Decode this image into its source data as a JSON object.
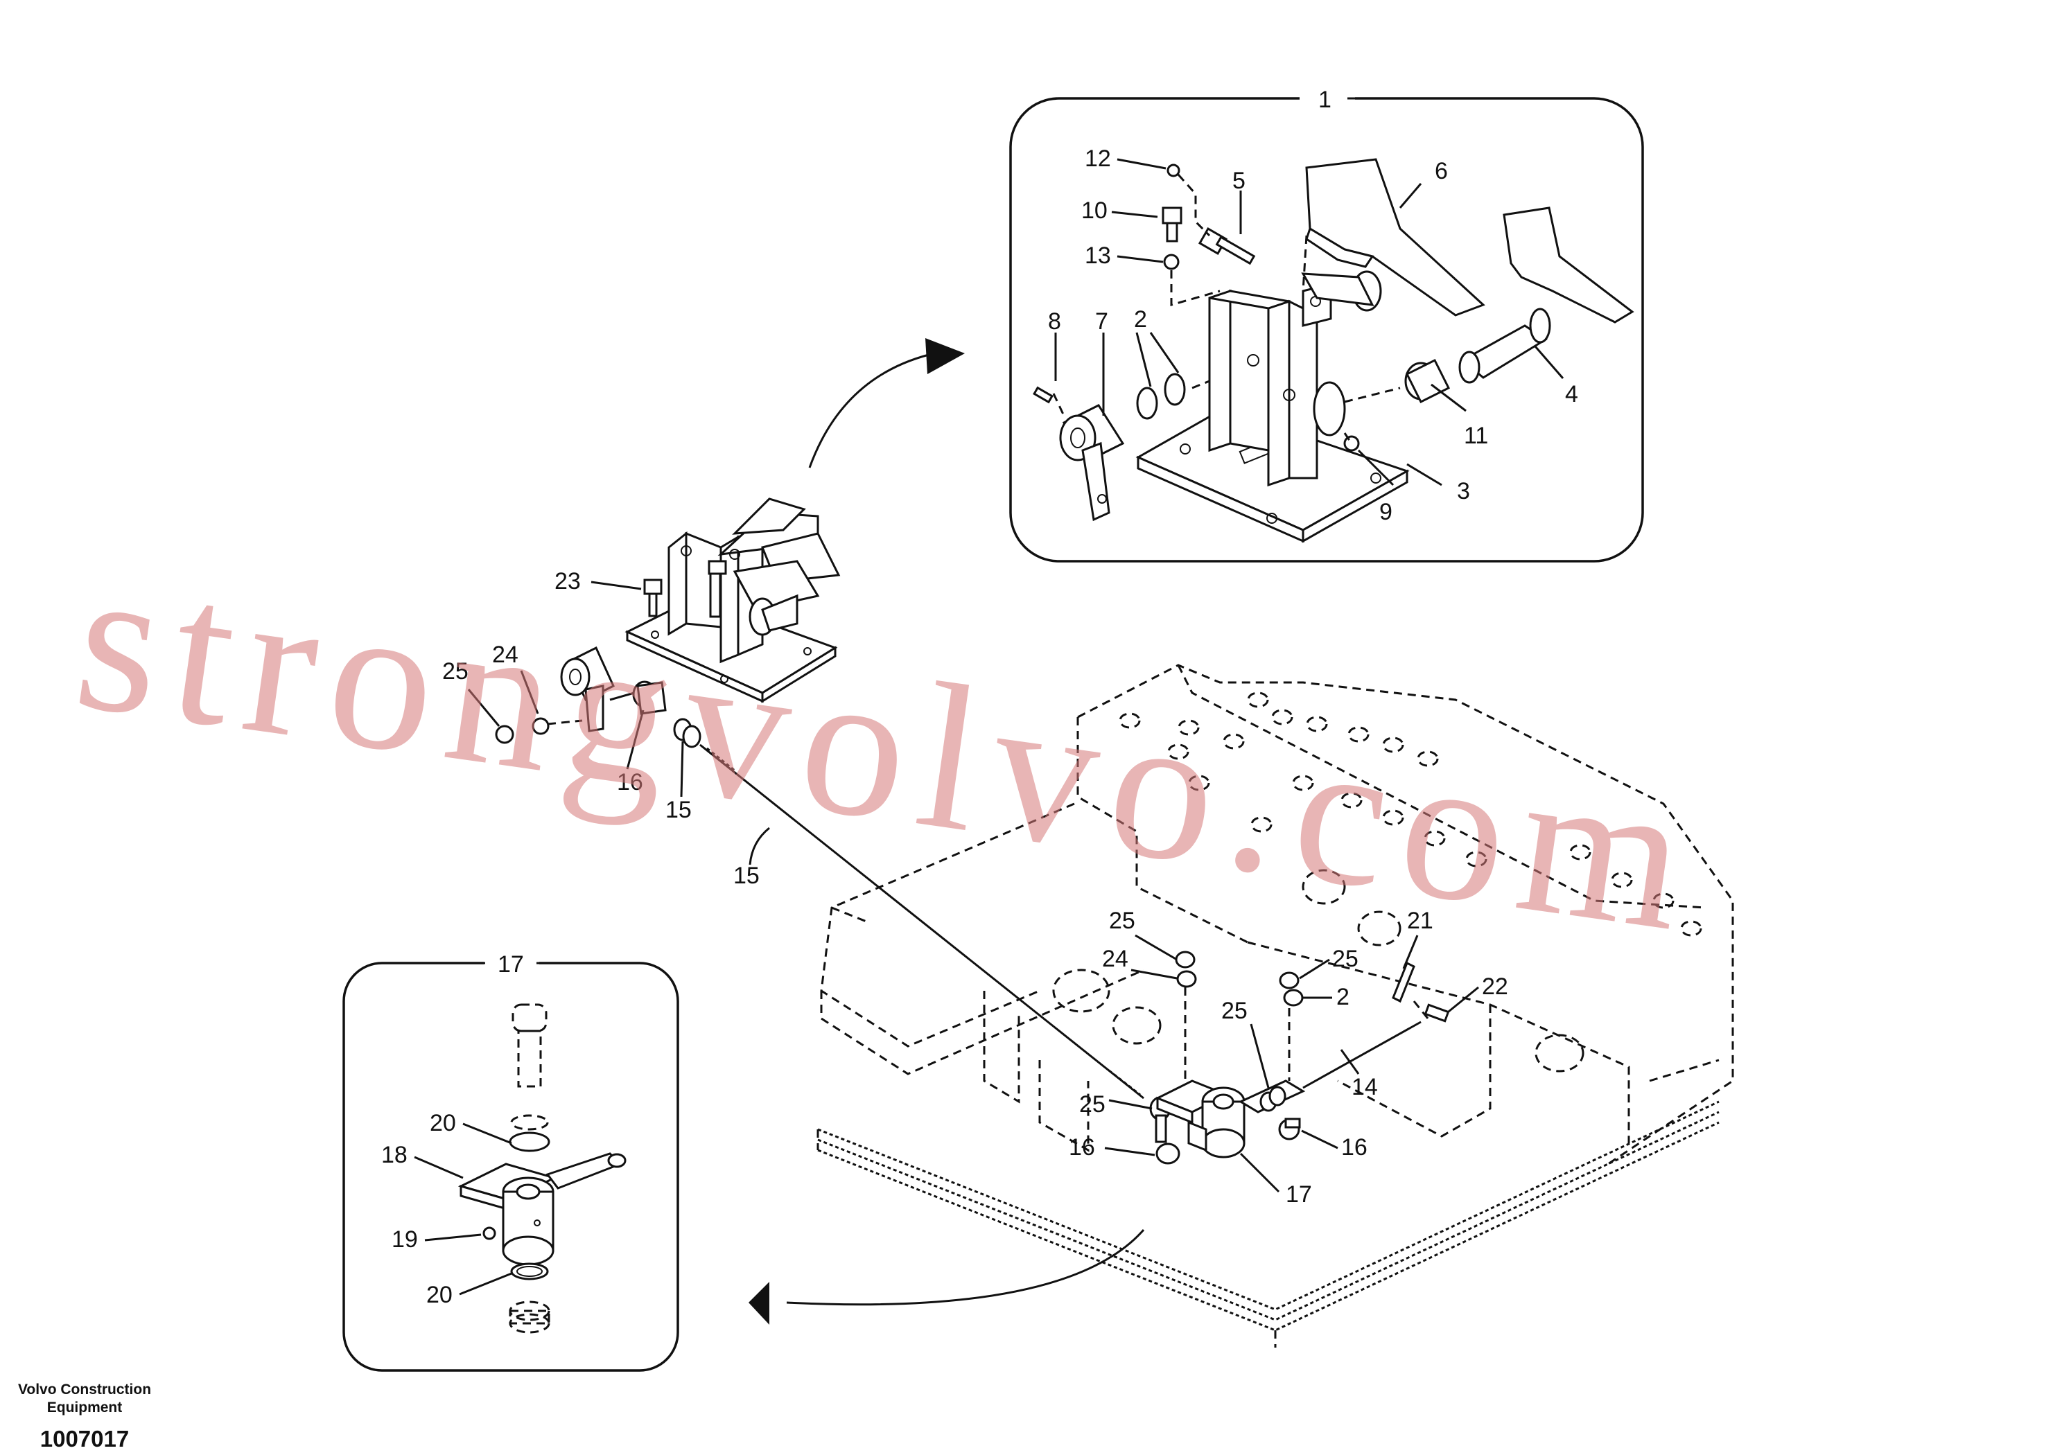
{
  "callouts": {
    "c1": "1",
    "c2": "2",
    "c3": "3",
    "c4": "4",
    "c5": "5",
    "c6": "6",
    "c7": "7",
    "c8": "8",
    "c9": "9",
    "c10": "10",
    "c11": "11",
    "c12": "12",
    "c13": "13",
    "c14": "14",
    "c15": "15",
    "c16": "16",
    "c17": "17",
    "c18": "18",
    "c19": "19",
    "c20": "20",
    "c21": "21",
    "c22": "22",
    "c23": "23",
    "c24": "24",
    "c25": "25"
  },
  "watermark": "strongvolvo.com",
  "footer": {
    "company_line1": "Volvo Construction",
    "company_line2": "Equipment",
    "doc_number": "1007017"
  }
}
